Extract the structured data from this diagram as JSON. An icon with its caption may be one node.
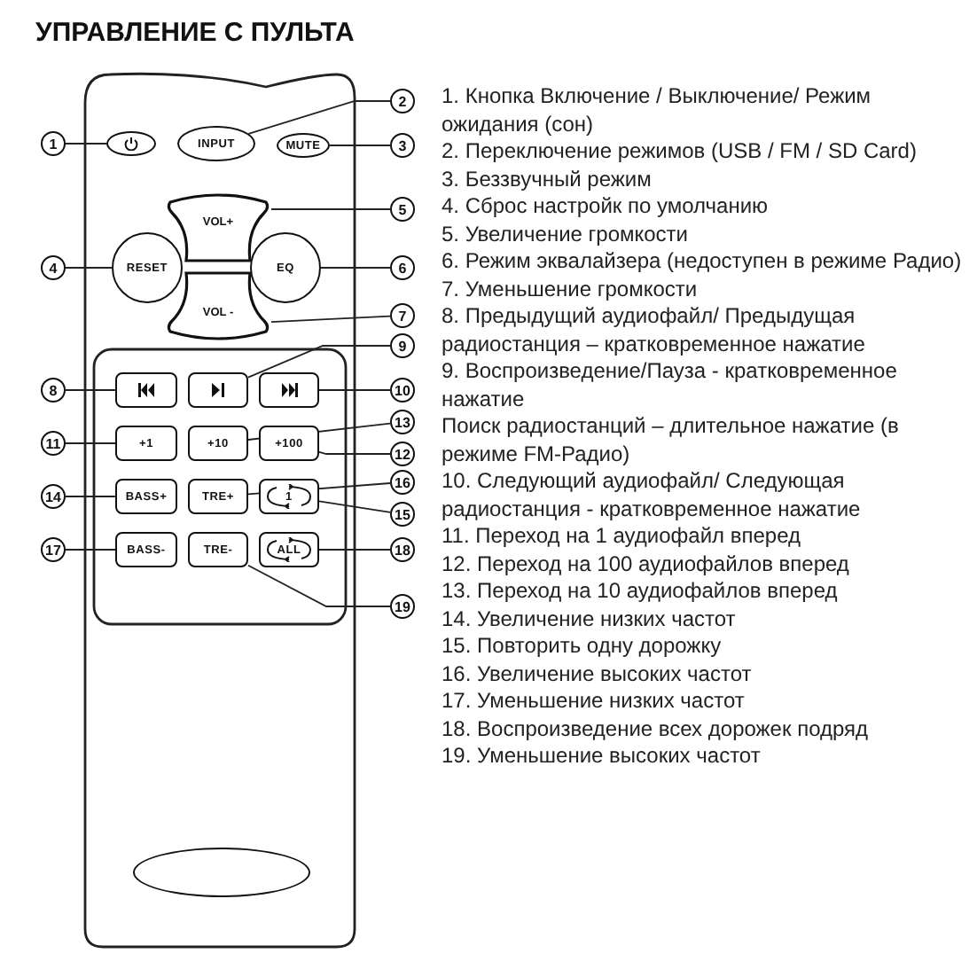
{
  "diagram": {
    "title": "УПРАВЛЕНИЕ С ПУЛЬТА",
    "nodes": [
      {
        "text": [
          "1"
        ]
      },
      {
        "text": [],
        "shape": "ellipse"
      },
      {
        "text": [
          "INPUT"
        ]
      },
      {
        "text": [
          "MUTE"
        ]
      },
      {
        "text": [
          "2"
        ]
      },
      {
        "text": [
          "3"
        ]
      },
      {
        "text": [
          "VOL+"
        ]
      },
      {
        "text": [
          "5"
        ]
      },
      {
        "text": [
          "4"
        ]
      },
      {
        "text": [
          "RESET"
        ]
      },
      {
        "text": [
          "EQ"
        ]
      },
      {
        "text": [
          "6"
        ]
      },
      {
        "text": [
          "VOL -"
        ]
      },
      {
        "text": [
          "7"
        ]
      },
      {
        "text": [
          "9"
        ]
      },
      {
        "text": [
          "8"
        ]
      },
      {
        "text": [],
        "shape": "box"
      },
      {
        "text": [],
        "shape": "box"
      },
      {
        "text": [],
        "shape": "box"
      },
      {
        "text": [
          "10"
        ]
      },
      {
        "text": [
          "13"
        ]
      },
      {
        "text": [
          "11"
        ]
      },
      {
        "text": [
          "+1"
        ]
      },
      {
        "text": [
          "+10"
        ]
      },
      {
        "text": [
          "+100"
        ]
      },
      {
        "text": [
          "12"
        ]
      },
      {
        "text": [
          "16"
        ]
      },
      {
        "text": [
          "14"
        ]
      },
      {
        "text": [
          "BASS+"
        ]
      },
      {
        "text": [
          "TRE+"
        ]
      },
      {
        "text": [
          "1"
        ]
      },
      {
        "text": [
          "15"
        ]
      },
      {
        "text": [
          "17"
        ]
      },
      {
        "text": [
          "BASS-"
        ]
      },
      {
        "text": [
          "TRE-"
        ]
      },
      {
        "text": [
          "ALL"
        ]
      },
      {
        "text": [
          "18"
        ]
      },
      {
        "text": [
          "19"
        ]
      },
      {
        "text": [],
        "shape": "ellipse"
      }
    ],
    "edges": [
      {
        "from": 0,
        "to": 1,
        "arrow": "none"
      },
      {
        "from": 4,
        "to": 2,
        "arrow": "none"
      },
      {
        "from": 5,
        "to": 3,
        "arrow": "none"
      },
      {
        "from": 8,
        "to": 9,
        "arrow": "none"
      },
      {
        "from": 7,
        "to": 6,
        "arrow": "none"
      },
      {
        "from": 11,
        "to": 10,
        "arrow": "none"
      },
      {
        "from": 13,
        "to": 12,
        "arrow": "none"
      },
      {
        "from": 15,
        "to": 16,
        "arrow": "none"
      },
      {
        "from": 14,
        "to": 17,
        "arrow": "none"
      },
      {
        "from": 19,
        "to": 18,
        "arrow": "none"
      },
      {
        "from": 21,
        "to": 22,
        "arrow": "none"
      },
      {
        "from": 25,
        "to": 24,
        "arrow": "none"
      },
      {
        "from": 20,
        "to": 23,
        "arrow": "none"
      },
      {
        "from": 27,
        "to": 28,
        "arrow": "none"
      },
      {
        "from": 31,
        "to": 30,
        "arrow": "none"
      },
      {
        "from": 26,
        "to": 29,
        "arrow": "none"
      },
      {
        "from": 32,
        "to": 33,
        "arrow": "none"
      },
      {
        "from": 36,
        "to": 35,
        "arrow": "none"
      },
      {
        "from": 37,
        "to": 34,
        "arrow": "none"
      }
    ],
    "labels": [
      "1. Кнопка Включение / Выключение/ Режим ожидания (сон)",
      "2. Переключение режимов (USB / FM / SD Card)",
      "3. Беззвучный режим",
      "4. Сброс настройк по умолчанию",
      "5. Увеличение громкости",
      "6. Режим эквалайзера (недоступен в режиме Радио)",
      "7. Уменьшение громкости",
      "8. Предыдущий аудиофайл/ Предыдущая радиостанция – кратковременное нажатие",
      "9. Воспроизведение/Пауза - кратковременное нажатие",
      "Поиск радиостанций – длительное нажатие (в режиме FM-Радио)",
      "10. Следующий аудиофайл/ Следующая радиостанция - кратковременное нажатие",
      "11. Переход на 1 аудиофайл вперед",
      "12. Переход на 100 аудиофайлов вперед",
      "13. Переход на 10 аудиофайлов вперед",
      "14. Увеличение низких частот",
      "15. Повторить одну дорожку",
      "16. Увеличение высоких частот",
      "17. Уменьшение низких частот",
      "18. Воспроизведение всех дорожек подряд",
      "19. Уменьшение высоких частот"
    ]
  }
}
